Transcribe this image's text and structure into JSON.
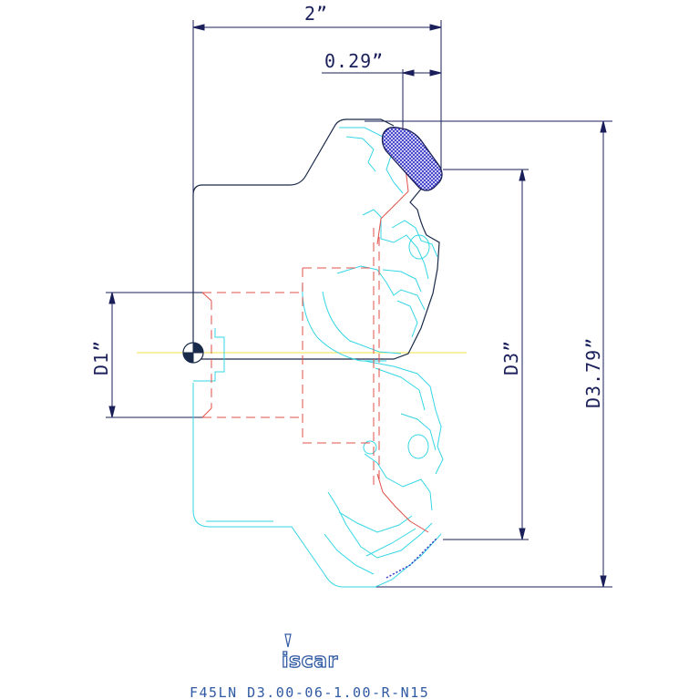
{
  "colors": {
    "dimension_line": "#1a1f5a",
    "tool_body": "#1a2a4a",
    "insert_outline": "#35d6e6",
    "hidden_lines": "#e0504a",
    "center_line": "#f2e34a",
    "insert_fill": "#3a3ac8",
    "brand": "#2f5aa3"
  },
  "dimensions": {
    "overall_length": "2”",
    "insert_offset": "0.29”",
    "bore_diameter": "D1”",
    "cutting_diameter": "D3”",
    "outer_diameter": "D3.79”"
  },
  "logo": {
    "text": "iscar"
  },
  "caption": "F45LN  D3.00-06-1.00-R-N15"
}
